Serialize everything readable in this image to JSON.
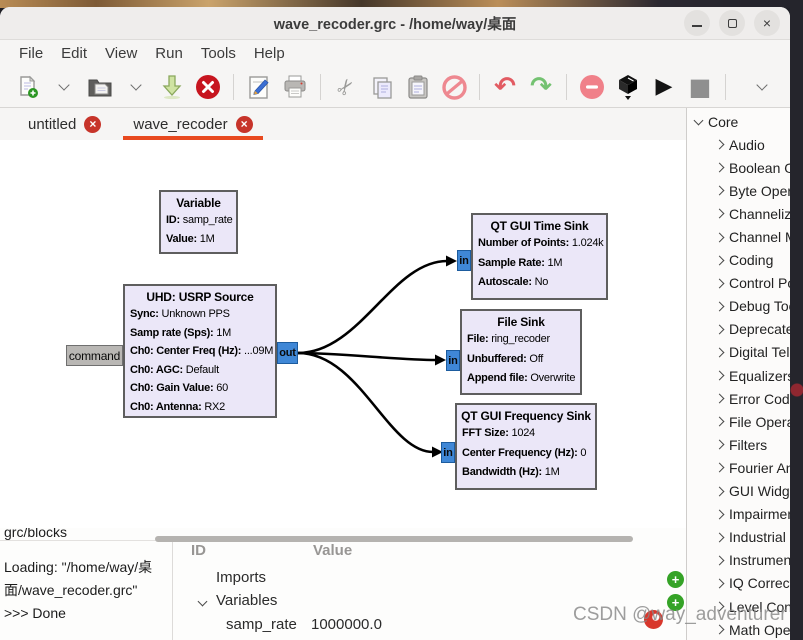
{
  "window": {
    "title": "wave_recoder.grc - /home/way/桌面"
  },
  "menu": {
    "items": [
      "File",
      "Edit",
      "View",
      "Run",
      "Tools",
      "Help"
    ]
  },
  "tabs": [
    {
      "label": "untitled"
    },
    {
      "label": "wave_recoder"
    }
  ],
  "icons": {
    "cut": "✂",
    "undo": "↶",
    "redo": "↷",
    "run": "▶",
    "stop": "■",
    "tab_close": "×",
    "window_close": "×",
    "plus": "+"
  },
  "colors": {
    "accent_orange": "#e8491f",
    "port_blue": "#3f87d6",
    "block_bg": "#ebe7f8",
    "close_red": "#c7342a",
    "add_green": "#35a327",
    "csdn_red": "#d8372c"
  },
  "canvas": {
    "blocks": [
      {
        "title": "Variable",
        "params": [
          {
            "l": "ID:",
            "v": "samp_rate"
          },
          {
            "l": "Value:",
            "v": "1M"
          }
        ]
      },
      {
        "title": "UHD: USRP Source",
        "port_in": "command",
        "port_out": "out",
        "params": [
          {
            "l": "Sync:",
            "v": "Unknown PPS"
          },
          {
            "l": "Samp rate (Sps):",
            "v": "1M"
          },
          {
            "l": "Ch0: Center Freq (Hz):",
            "v": "...09M"
          },
          {
            "l": "Ch0: AGC:",
            "v": "Default"
          },
          {
            "l": "Ch0: Gain Value:",
            "v": "60"
          },
          {
            "l": "Ch0: Antenna:",
            "v": "RX2"
          }
        ]
      },
      {
        "title": "QT GUI Time Sink",
        "port_in": "in",
        "params": [
          {
            "l": "Number of Points:",
            "v": "1.024k"
          },
          {
            "l": "Sample Rate:",
            "v": "1M"
          },
          {
            "l": "Autoscale:",
            "v": "No"
          }
        ]
      },
      {
        "title": "File Sink",
        "port_in": "in",
        "params": [
          {
            "l": "File:",
            "v": "ring_recoder"
          },
          {
            "l": "Unbuffered:",
            "v": "Off"
          },
          {
            "l": "Append file:",
            "v": "Overwrite"
          }
        ]
      },
      {
        "title": "QT GUI Frequency Sink",
        "port_in": "in",
        "params": [
          {
            "l": "FFT Size:",
            "v": "1024"
          },
          {
            "l": "Center Frequency (Hz):",
            "v": "0"
          },
          {
            "l": "Bandwidth (Hz):",
            "v": "1M"
          }
        ]
      }
    ]
  },
  "sidebar": {
    "root": "Core",
    "items": [
      "Audio",
      "Boolean Operators",
      "Byte Operators",
      "Channelizers",
      "Channel Models",
      "Coding",
      "Control Port",
      "Debug Tools",
      "Deprecated",
      "Digital Television",
      "Equalizers",
      "Error Coding",
      "File Operators",
      "Filters",
      "Fourier Analysis",
      "GUI Widgets",
      "Impairment Models",
      "Industrial I/O",
      "Instrumentation",
      "IQ Correction",
      "Level Controllers",
      "Math Operators"
    ]
  },
  "console": {
    "lines": [
      "grc/blocks",
      "Loading: \"/home/way/桌面/wave_recoder.grc\"",
      ">>> Done"
    ]
  },
  "panel": {
    "columns": [
      "ID",
      "Value"
    ],
    "rows": [
      {
        "id": "Imports",
        "value": ""
      },
      {
        "id": "Variables",
        "value": ""
      },
      {
        "id": "samp_rate",
        "value": "1000000.0"
      }
    ]
  },
  "watermark": {
    "text": "CSDN @way_adventurer"
  }
}
